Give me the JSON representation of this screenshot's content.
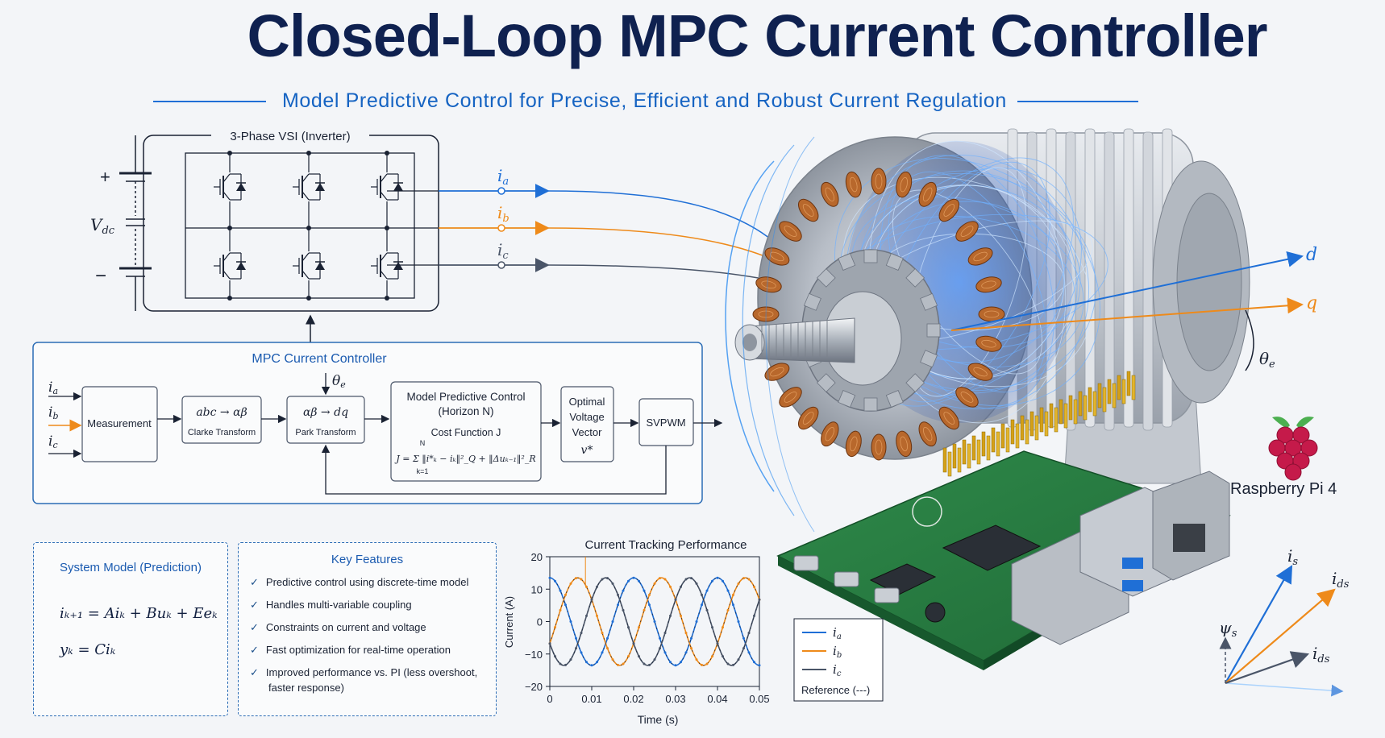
{
  "title": "Closed-Loop MPC Current Controller",
  "subtitle": "Model Predictive Control for Precise, Efficient and Robust Current Regulation",
  "inverter": {
    "label": "3-Phase VSI (Inverter)",
    "plus": "+",
    "minus": "−",
    "vdc": "V",
    "vdc_sub": "dc",
    "phase_labels": [
      "i",
      "i",
      "i"
    ],
    "phase_subs": [
      "a",
      "b",
      "c"
    ]
  },
  "controller": {
    "label": "MPC Current Controller",
    "inputs": [
      "i",
      "i",
      "i"
    ],
    "input_subs": [
      "a",
      "b",
      "c"
    ],
    "theta": "θ",
    "theta_sub": "e",
    "measurement": "Measurement",
    "clarke_math": "abc → αβ",
    "clarke_label": "Clarke Transform",
    "park_math": "αβ → dq",
    "park_label": "Park Transform",
    "mpc_title_1": "Model Predictive Control",
    "mpc_title_2": "(Horizon N)",
    "cost_label": "Cost Function J",
    "cost_formula": "J = Σ ‖i*ₖ − iₖ‖²_Q + ‖Δuₖ₋₁‖²_R",
    "sum_top": "N",
    "sum_bottom": "k=1",
    "opt_1": "Optimal",
    "opt_2": "Voltage",
    "opt_3": "Vector",
    "opt_4": "v*",
    "svpwm": "SVPWM"
  },
  "system_model": {
    "title": "System Model (Prediction)",
    "eq1": "iₖ₊₁ = Aiₖ + Buₖ + Eeₖ",
    "eq2": "yₖ  = Ciₖ"
  },
  "key_features": {
    "title": "Key Features",
    "check": "✓",
    "items": [
      "Predictive control using discrete-time model",
      "Handles multi-variable coupling",
      "Constraints on current and voltage",
      "Fast optimization for real-time operation",
      "Improved performance vs. PI (less overshoot,",
      "faster response)"
    ]
  },
  "motor": {
    "d_label": "d",
    "q_label": "q",
    "theta": "θ",
    "theta_sub": "e"
  },
  "rpi": {
    "label": "Raspberry Pi 4"
  },
  "vectors": {
    "is": "i",
    "is_sub": "s",
    "ids1": "i",
    "ids1_sub": "ds",
    "ids2": "i",
    "ids2_sub": "ds",
    "psi": "ψ",
    "psi_sub": "s"
  },
  "colors": {
    "phase_a": "#1f6fd6",
    "phase_b": "#ee8a1a",
    "phase_c": "#4a5568",
    "title": "#0f2150",
    "accent": "#1563c2"
  },
  "chart_data": {
    "type": "line",
    "title": "Current Tracking Performance",
    "xlabel": "Time (s)",
    "ylabel": "Current (A)",
    "xlim": [
      0,
      0.05
    ],
    "ylim": [
      -20,
      20
    ],
    "xticks": [
      "0",
      "0.01",
      "0.02",
      "0.03",
      "0.04",
      "0.05"
    ],
    "yticks": [
      "20",
      "10",
      "0",
      "−10",
      "−20"
    ],
    "frequency_hz": 50,
    "amplitude": 13.5,
    "series": [
      {
        "name": "i",
        "sub": "a",
        "color": "#1f6fd6",
        "phase_deg": 90
      },
      {
        "name": "i",
        "sub": "b",
        "color": "#ee8a1a",
        "phase_deg": -30
      },
      {
        "name": "i",
        "sub": "c",
        "color": "#4a5568",
        "phase_deg": 210
      }
    ],
    "reference_label": "Reference (---)",
    "grid": false,
    "legend": "bottom-right"
  }
}
